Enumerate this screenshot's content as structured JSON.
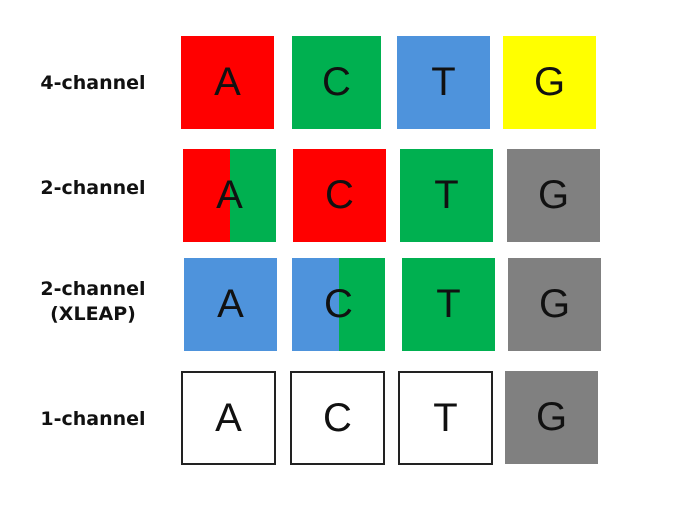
{
  "colors": {
    "red": "#ff0000",
    "green": "#00b050",
    "blue": "#4e93dc",
    "yellow": "#ffff00",
    "gray": "#808080",
    "white": "#ffffff"
  },
  "rows": [
    {
      "label": "4-channel",
      "tiles": [
        {
          "letter": "A",
          "fill": "red"
        },
        {
          "letter": "C",
          "fill": "green"
        },
        {
          "letter": "T",
          "fill": "blue"
        },
        {
          "letter": "G",
          "fill": "yellow"
        }
      ]
    },
    {
      "label": "2-channel",
      "tiles": [
        {
          "letter": "A",
          "fill": "red+green"
        },
        {
          "letter": "C",
          "fill": "red"
        },
        {
          "letter": "T",
          "fill": "green"
        },
        {
          "letter": "G",
          "fill": "gray"
        }
      ]
    },
    {
      "label": "2-channel\n(XLEAP)",
      "tiles": [
        {
          "letter": "A",
          "fill": "blue"
        },
        {
          "letter": "C",
          "fill": "blue+green"
        },
        {
          "letter": "T",
          "fill": "green"
        },
        {
          "letter": "G",
          "fill": "gray"
        }
      ]
    },
    {
      "label": "1-channel",
      "tiles": [
        {
          "letter": "A",
          "fill": "white"
        },
        {
          "letter": "C",
          "fill": "white"
        },
        {
          "letter": "T",
          "fill": "white"
        },
        {
          "letter": "G",
          "fill": "gray"
        }
      ]
    }
  ]
}
